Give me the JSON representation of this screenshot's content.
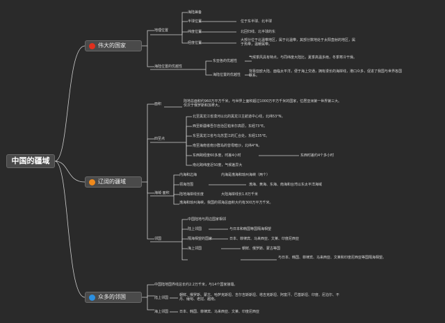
{
  "root": "中国的疆域",
  "colors": {
    "red": "#e0301e",
    "orange": "#f08a1c",
    "blue": "#2b8fe0",
    "line": "#cfcfcf"
  },
  "b1": {
    "label": "伟大的国家",
    "c1": {
      "label": "地理位置",
      "items": [
        "海陆兼备",
        "半球位置",
        "纬度位置",
        "经度位置"
      ],
      "d1": "位于东半球、北半球",
      "d2": "北回归线、北半球的东",
      "d3": "大部分位于北温带地区，属于北温带，其部分数地处于太阳直射的地区，属于热带，温暖属带。"
    },
    "c2": {
      "label": "海陆位置的优越性",
      "a": "东亚各的优越性",
      "b": "海陆位置的优越性",
      "ad": "气候季风具有特点，与同纬度大陆比，夏季高温多雨，冬季寒冷干燥。",
      "bd": "背靠亚欧大陆、面临太平洋，便于海上交通，拥有漫长的海岸线，港口众多，促进了我国与世界各国联系。"
    }
  },
  "b2": {
    "label": "辽阔的疆域",
    "c1": {
      "label": "面积",
      "d": "陆地总面积约960万平方千米，与世界上面积超过1000万平方千米的国家，位居亚洲第一世界第三大。仅次于俄罗斯和加拿大。"
    },
    "c2": {
      "label": "四至点",
      "items": [
        "北至黑龙江省漠河以北的黑龙江主航道中心线，北纬53°N。",
        "西至新疆维吾尔自治区帕米尔高原，东经73°E。",
        "东至黑龙江省与乌苏里江的汇合处，东经135°E。",
        "南至海南省南沙群岛的曾母暗沙，北纬4°N。",
        "东西跨经度60多度，时差4小时",
        "南北跨纬度近50度，气候差异大"
      ],
      "e": "东西时差约4个多小时"
    },
    "c3": {
      "label": "海域·面积",
      "a": "内海和边海",
      "b": "领海范围",
      "c": "陆地海岸线长度",
      "ad": "内海是渤海和琼州海峡（两个）",
      "bd": "渤海、黄海、东海、南海和台湾以东太平洋海域",
      "cd": "大陆海岸线长1.8万千米",
      "dd": "渤海和琼州海峡，我国的领海总面积大约有300万平方千米。"
    },
    "c4": {
      "label": "邻国",
      "d0": "中国陆地与周边国家相邻",
      "a": "陆上邻国",
      "b": "隔海相望的国家",
      "c": "海上邻国",
      "ad": "与日本和韩国等国隔海相望",
      "bd": "日本、菲律宾、马来西亚、文莱、印度尼西亚",
      "cd": "朝鲜、俄罗斯、蒙古等国",
      "dd": "与日本、韩国、菲律宾、马来西亚、文莱和印度尼西亚等国隔海相望。"
    }
  },
  "b3": {
    "label": "众多的邻国",
    "d0": "中国陆地国界线总长约2.2万千米，与14个国家接壤。",
    "a": "陆上邻国",
    "ad": "朝鲜、俄罗斯、蒙古、哈萨克斯坦、吉尔吉斯斯坦、塔吉克斯坦、阿富汗、巴基斯坦、印度、尼泊尔、不丹、缅甸、老挝、越南。",
    "b": "海上邻国",
    "bd": "日本、韩国、菲律宾、马来西亚、文莱、印度尼西亚"
  }
}
